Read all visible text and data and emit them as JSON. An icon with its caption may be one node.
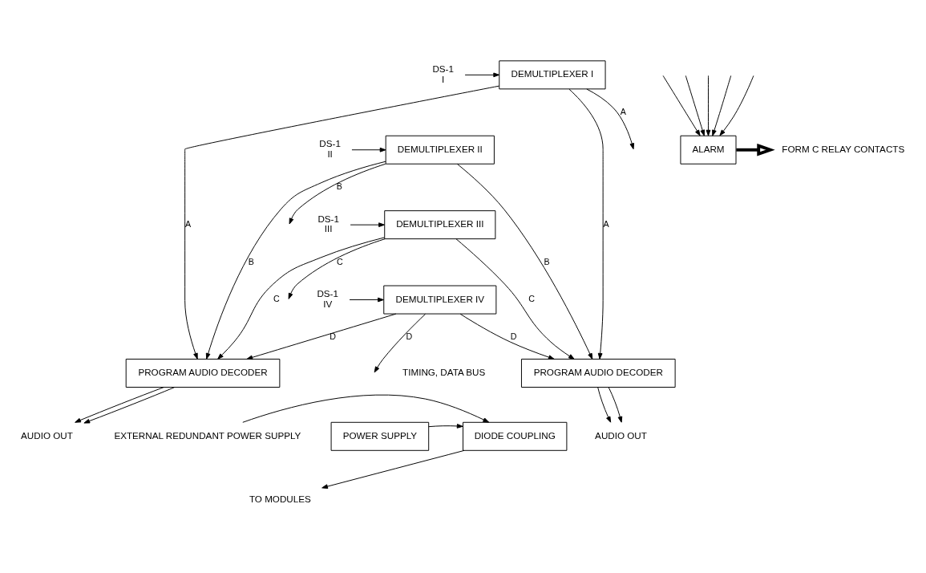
{
  "diagram": {
    "nodes": [
      {
        "text": [
          "DS-1",
          "I"
        ]
      },
      {
        "text": [
          "DS-1",
          "II"
        ]
      },
      {
        "text": [
          "DS-1",
          "III"
        ]
      },
      {
        "text": [
          "DS-1",
          "IV"
        ]
      },
      {
        "text": [
          "DEMULTIPLEXER I"
        ]
      },
      {
        "text": [
          "DEMULTIPLEXER II"
        ]
      },
      {
        "text": [
          "DEMULTIPLEXER III"
        ]
      },
      {
        "text": [
          "DEMULTIPLEXER IV"
        ]
      },
      {
        "text": [
          "PROGRAM AUDIO DECODER"
        ]
      },
      {
        "text": [
          "PROGRAM AUDIO DECODER"
        ]
      },
      {
        "text": [
          "AUDIO OUT"
        ]
      },
      {
        "text": [
          "AUDIO OUT"
        ]
      },
      {
        "text": [
          "TO MODULES"
        ]
      },
      {
        "text": [
          "EXTERNAL REDUNDANT POWER SUPPLY"
        ]
      },
      {
        "text": [
          "DIODE COUPLING"
        ]
      },
      {
        "text": [
          "POWER SUPPLY"
        ]
      },
      {
        "text": [
          "ALARM"
        ]
      },
      {
        "text": [
          "FORM C RELAY CONTACTS"
        ]
      }
    ],
    "edges": [
      {
        "from": 0,
        "to": 4,
        "arrow": "to"
      },
      {
        "from": 1,
        "to": 5,
        "arrow": "to"
      },
      {
        "from": 2,
        "to": 6,
        "arrow": "to"
      },
      {
        "from": 3,
        "to": 7,
        "arrow": "to"
      },
      {
        "from": 4,
        "to": 8,
        "arrow": "to",
        "label": "A"
      },
      {
        "from": 5,
        "to": 8,
        "arrow": "to",
        "label": "B"
      },
      {
        "from": 6,
        "to": 8,
        "arrow": "to",
        "label": "C"
      },
      {
        "from": 7,
        "to": 8,
        "arrow": "to",
        "label": "D"
      },
      {
        "from": 4,
        "to": null,
        "arrow": "to",
        "label": "A"
      },
      {
        "from": 5,
        "to": null,
        "arrow": "to",
        "label": "B"
      },
      {
        "from": 6,
        "to": null,
        "arrow": "to",
        "label": "C"
      },
      {
        "from": 7,
        "to": null,
        "arrow": "to",
        "label": "D"
      },
      {
        "from": 4,
        "to": 9,
        "arrow": "to",
        "label": "A"
      },
      {
        "from": 5,
        "to": 9,
        "arrow": "to",
        "label": "B"
      },
      {
        "from": 6,
        "to": 9,
        "arrow": "to",
        "label": "C"
      },
      {
        "from": 7,
        "to": 9,
        "arrow": "to",
        "label": "D"
      },
      {
        "from": 8,
        "to": 10,
        "arrow": "to"
      },
      {
        "from": 8,
        "to": 10,
        "arrow": "to"
      },
      {
        "from": 9,
        "to": 11,
        "arrow": "to"
      },
      {
        "from": 9,
        "to": 11,
        "arrow": "to"
      },
      {
        "from": 14,
        "to": 12,
        "arrow": "to"
      },
      {
        "from": 13,
        "to": 14,
        "arrow": "to"
      },
      {
        "from": 15,
        "to": 14,
        "arrow": "to"
      },
      {
        "from": null,
        "to": 16,
        "arrow": "to"
      },
      {
        "from": null,
        "to": 16,
        "arrow": "to"
      },
      {
        "from": null,
        "to": 16,
        "arrow": "to"
      },
      {
        "from": null,
        "to": 16,
        "arrow": "to"
      },
      {
        "from": null,
        "to": 16,
        "arrow": "to"
      },
      {
        "from": 16,
        "to": 17,
        "arrow": "to",
        "style": "thick"
      }
    ],
    "labels": [
      "TIMING, DATA BUS"
    ]
  }
}
